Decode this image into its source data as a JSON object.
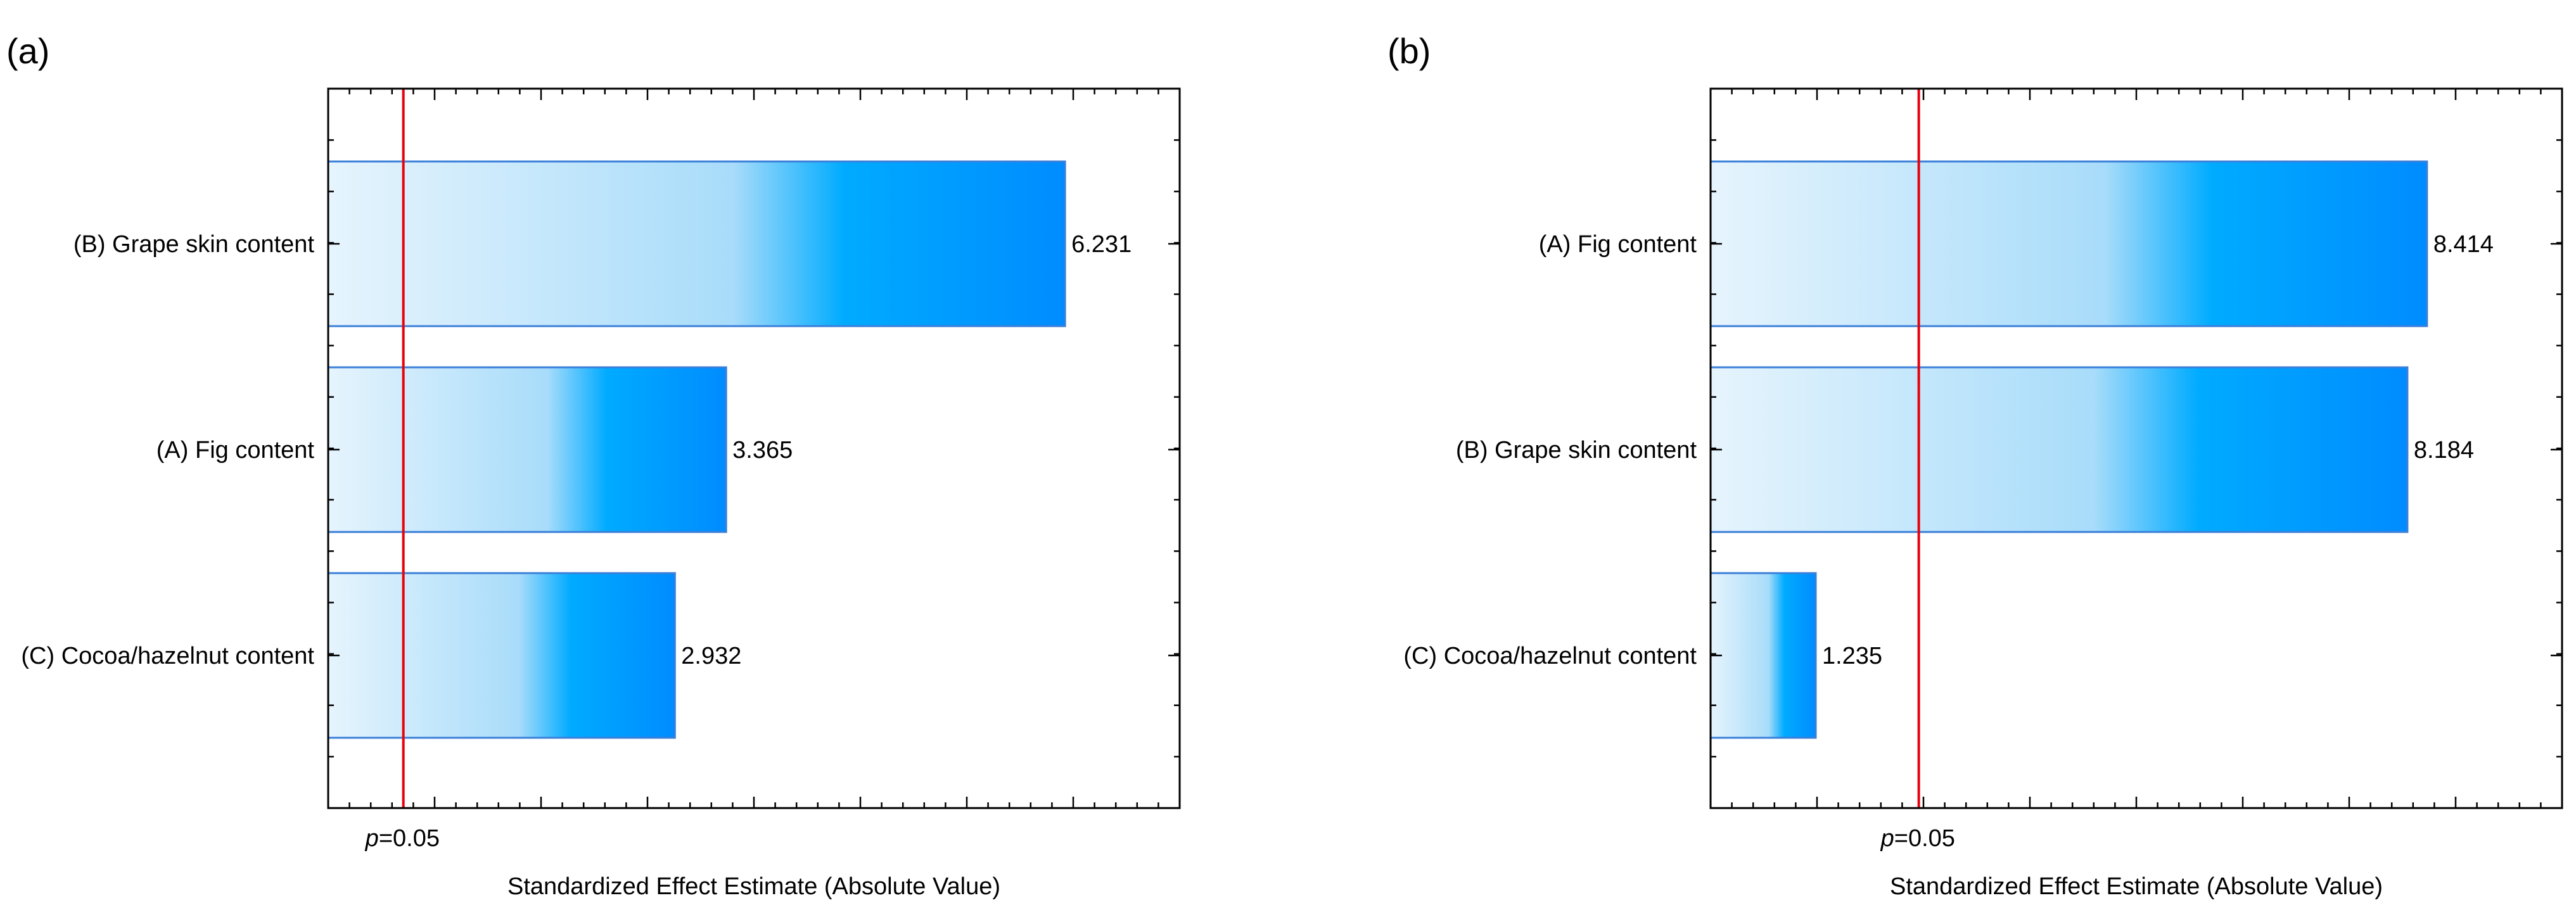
{
  "chart_data": [
    {
      "type": "bar",
      "orientation": "horizontal",
      "panel_label": "(a)",
      "categories": [
        "(B) Grape skin content",
        "(A) Fig content",
        "(C) Cocoa/hazelnut content"
      ],
      "values": [
        6.231,
        3.365,
        2.932
      ],
      "value_labels": [
        "6.231",
        "3.365",
        "2.932"
      ],
      "xlabel": "Standardized Effect Estimate (Absolute Value)",
      "ylabel": "",
      "xlim": [
        0,
        7.2
      ],
      "reference_line": {
        "value": 0.6358,
        "label_prefix": "p",
        "label_suffix": "=0.05",
        "color": "#e8000b"
      },
      "bar_gradient": [
        "#e6f4fd",
        "#a8dcfa",
        "#00abff",
        "#008cff"
      ],
      "bar_border": "#3a7fd9"
    },
    {
      "type": "bar",
      "orientation": "horizontal",
      "panel_label": "(b)",
      "categories": [
        "(A) Fig content",
        "(B) Grape skin content",
        "(C) Cocoa/hazelnut content"
      ],
      "values": [
        8.414,
        8.184,
        1.235
      ],
      "value_labels": [
        "8.414",
        "8.184",
        "1.235"
      ],
      "xlabel": "Standardized Effect Estimate (Absolute Value)",
      "ylabel": "",
      "xlim": [
        0,
        10.0
      ],
      "reference_line": {
        "value": 2.4452,
        "label_prefix": "p",
        "label_suffix": "=0.05",
        "color": "#e8000b"
      },
      "bar_gradient": [
        "#e6f4fd",
        "#a8dcfa",
        "#00abff",
        "#008cff"
      ],
      "bar_border": "#3a7fd9"
    }
  ]
}
